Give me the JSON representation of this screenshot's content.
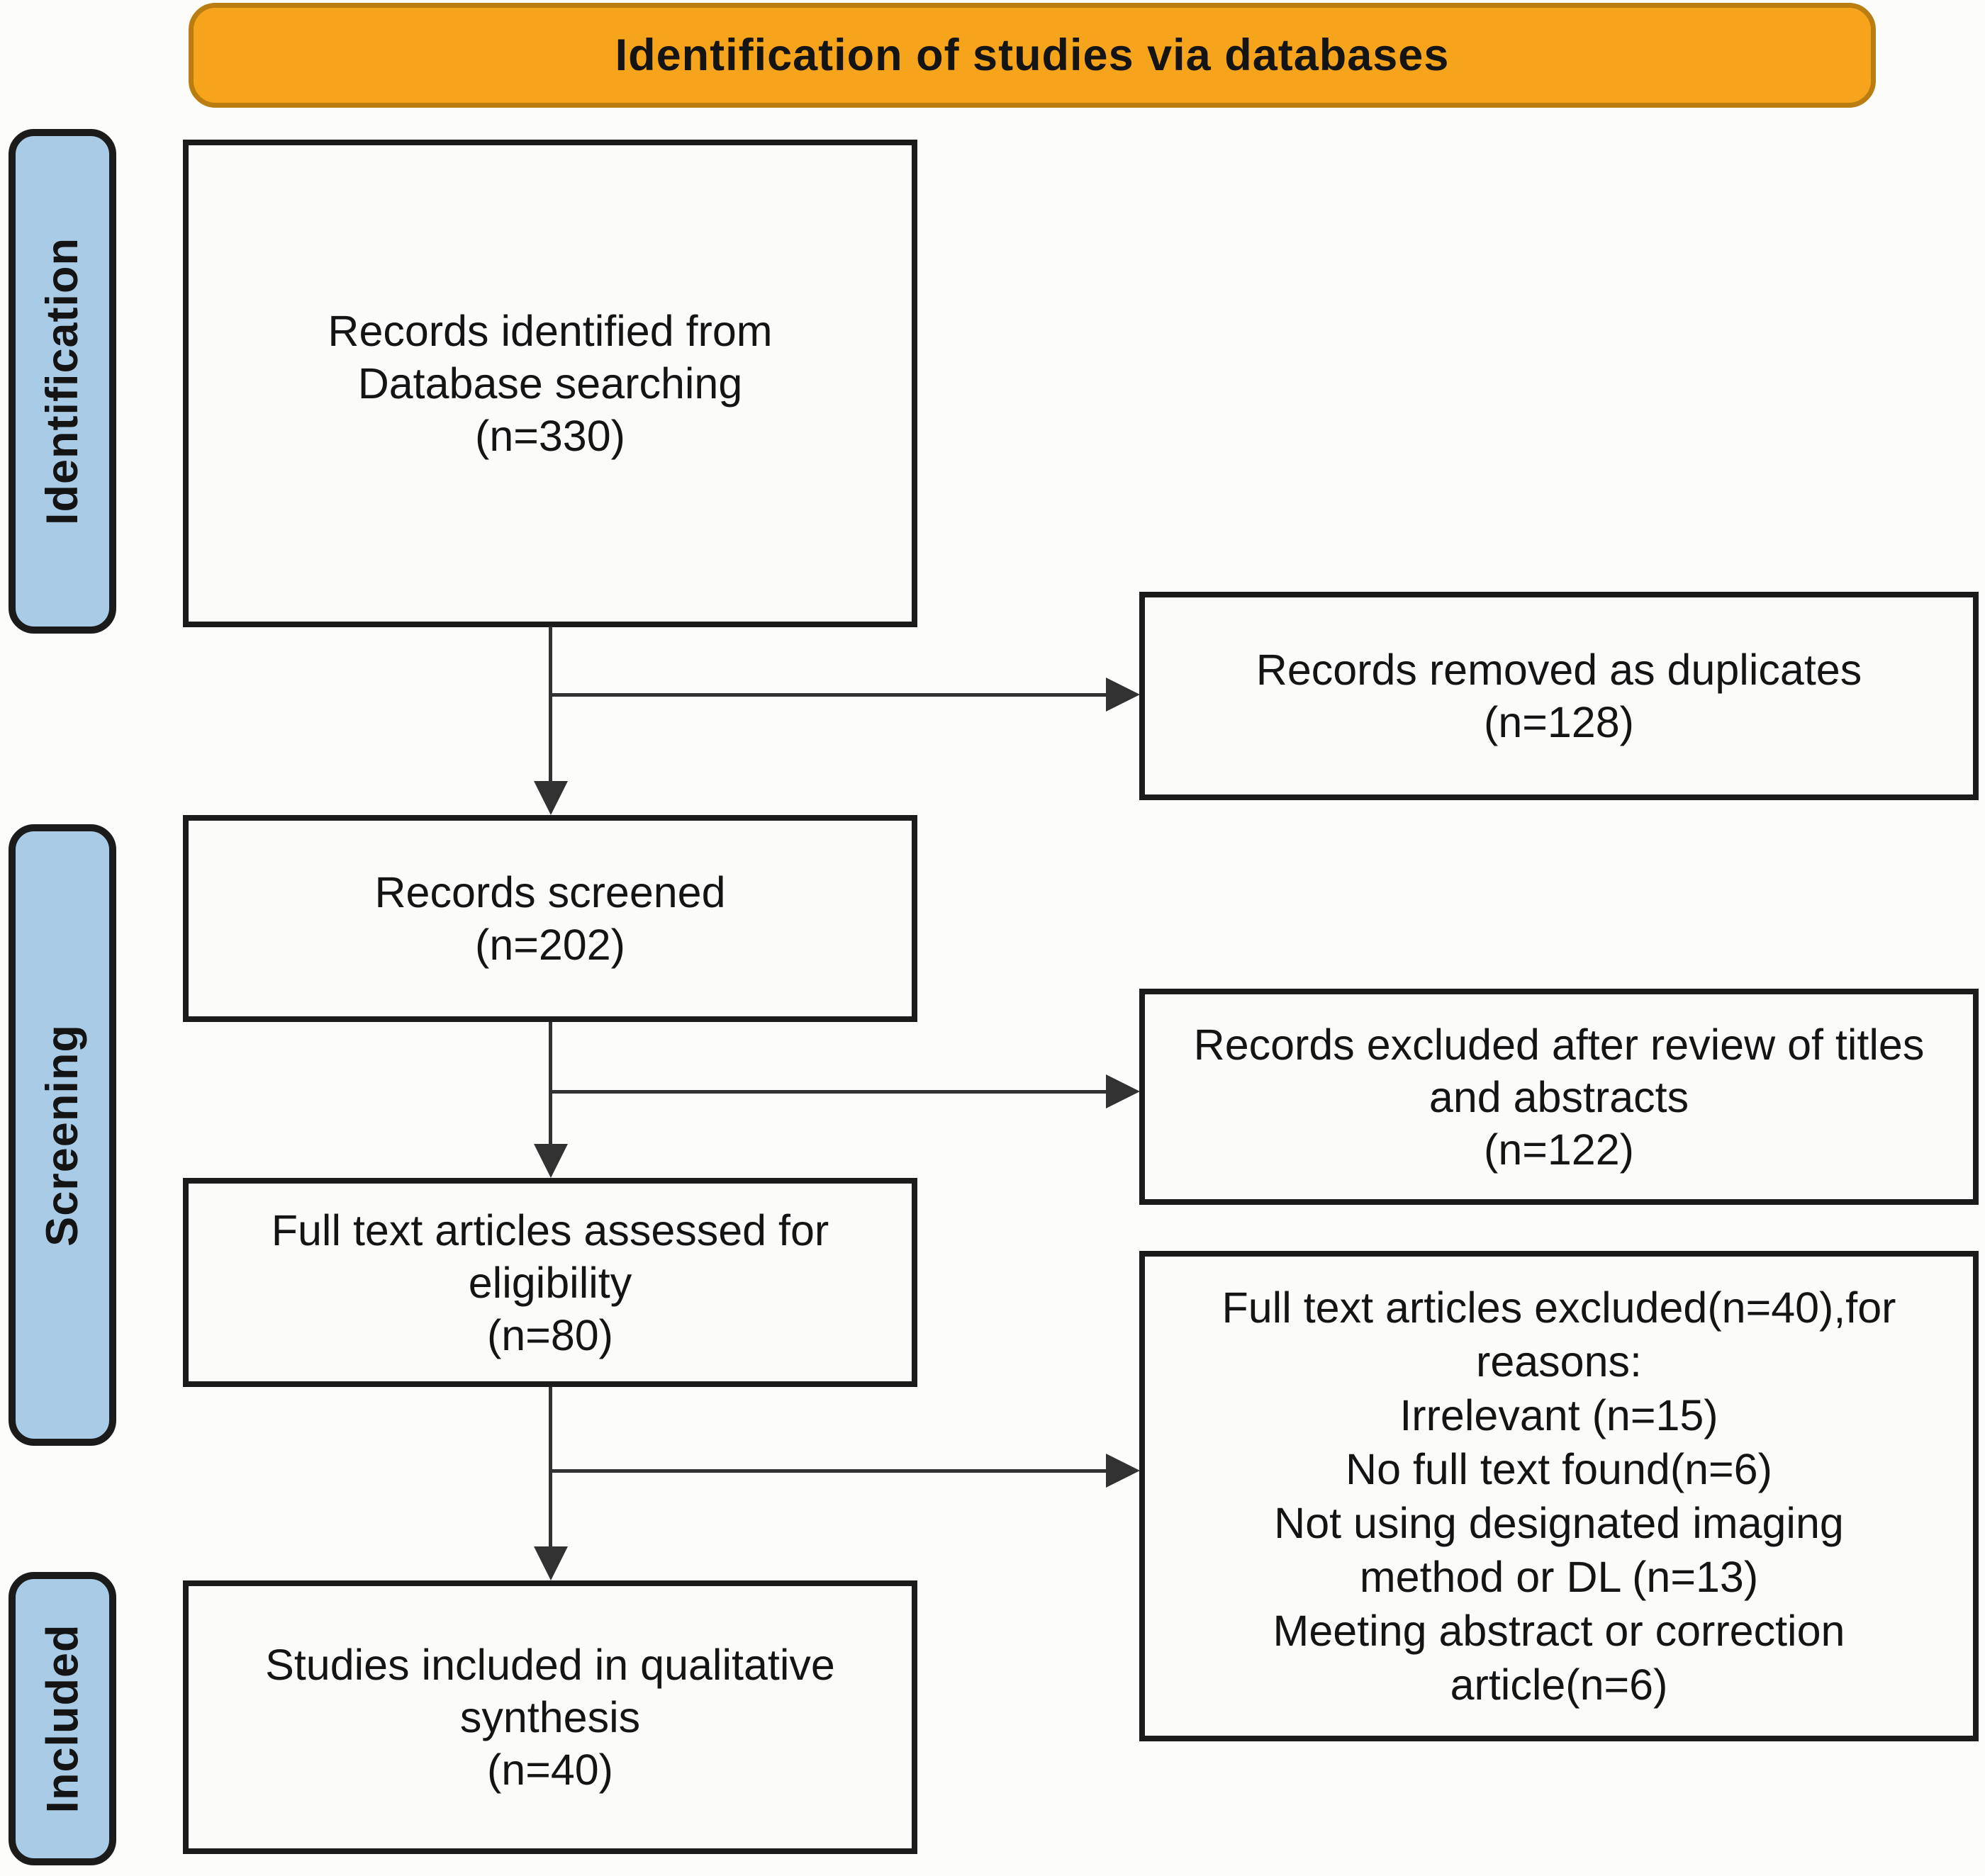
{
  "title_banner": {
    "label": "Identification of studies via databases"
  },
  "stages": {
    "identification": "Identification",
    "screening": "Screening",
    "included": "Included"
  },
  "flow": {
    "records_identified": "Records identified from\nDatabase searching\n(n=330)",
    "records_screened": "Records screened\n(n=202)",
    "full_text_assessed": "Full text articles assessed for\neligibility\n(n=80)",
    "studies_included": "Studies included in qualitative\nsynthesis\n(n=40)"
  },
  "exclusions": {
    "duplicates": "Records removed as duplicates\n(n=128)",
    "title_abstract": "Records excluded after review of titles\nand abstracts\n(n=122)",
    "full_text": "Full text articles excluded(n=40),for\nreasons:\nIrrelevant (n=15)\nNo full text found(n=6)\nNot using designated imaging\nmethod or DL (n=13)\nMeeting abstract or correction\narticle(n=6)"
  },
  "counts": {
    "identified": 330,
    "removed_duplicates": 128,
    "screened": 202,
    "excluded_title_abstract": 122,
    "full_text_assessed": 80,
    "full_text_excluded": 40,
    "irrelevant": 15,
    "no_full_text_found": 6,
    "not_designated_imaging_or_dl": 13,
    "meeting_abstract_or_correction": 6,
    "included_qualitative_synthesis": 40
  },
  "colors": {
    "banner_bg": "#F6A41C",
    "banner_border": "#BA7D10",
    "stage_bg": "#A9CBE5",
    "box_bg": "#FBFBFA",
    "box_border": "#1B1B1B",
    "arrow": "#323232"
  }
}
